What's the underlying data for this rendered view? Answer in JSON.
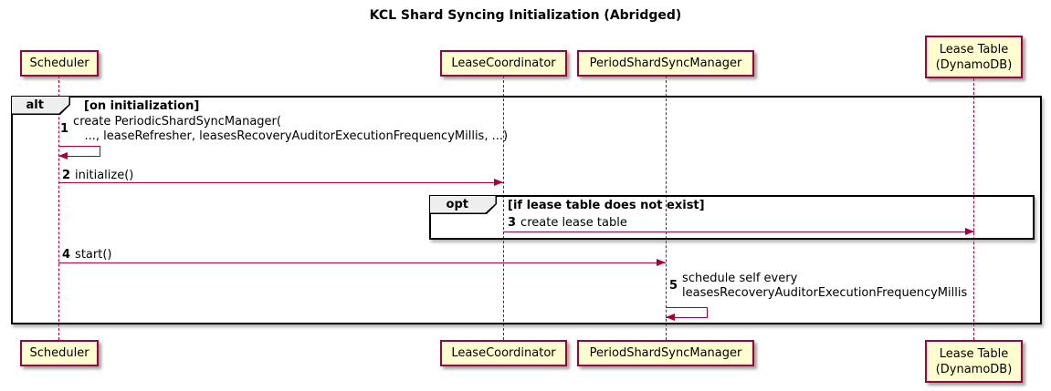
{
  "title": "KCL Shard Syncing Initialization (Abridged)",
  "colors": {
    "participant_fill": "#FEFECE",
    "participant_border": "#A80036",
    "lifeline": "#A80036",
    "arrow": "#A80036",
    "frame_border": "#000000",
    "frame_label_fill": "#EEEEEE",
    "text": "#000000"
  },
  "participants": [
    {
      "label": "Scheduler"
    },
    {
      "label": "LeaseCoordinator"
    },
    {
      "label": "PeriodShardSyncManager"
    },
    {
      "label": "Lease Table\n(DynamoDB)"
    }
  ],
  "frames": {
    "alt": {
      "type_label": "alt",
      "condition": "[on initialization]"
    },
    "opt": {
      "type_label": "opt",
      "condition": "[if lease table does not exist]"
    }
  },
  "messages": {
    "m1": {
      "num": "1",
      "text": "create PeriodicShardSyncManager(\n   ..., leaseRefresher, leasesRecoveryAuditorExecutionFrequencyMillis, ...)"
    },
    "m2": {
      "num": "2",
      "text": "initialize()"
    },
    "m3": {
      "num": "3",
      "text": "create lease table"
    },
    "m4": {
      "num": "4",
      "text": "start()"
    },
    "m5": {
      "num": "5",
      "text": "schedule self every\nleasesRecoveryAuditorExecutionFrequencyMillis"
    }
  }
}
